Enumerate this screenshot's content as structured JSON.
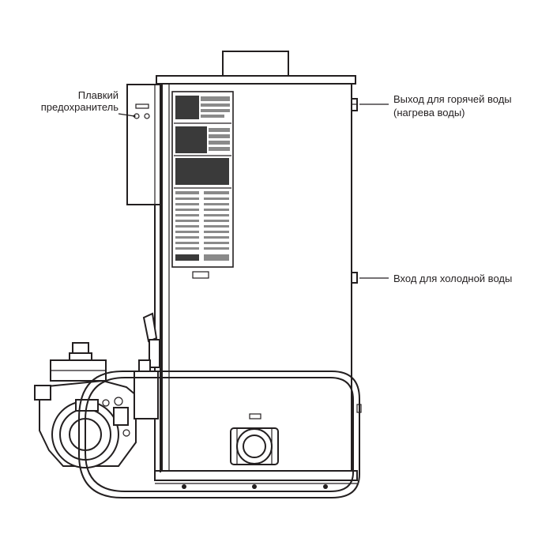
{
  "callouts": {
    "fuse": {
      "line1": "Плавкий",
      "line2": "предохранитель"
    },
    "hot_water_outlet": {
      "line1": "Выход для горячей воды",
      "line2": "(нагрева воды)"
    },
    "cold_water_inlet": {
      "line1": "Вход для холодной воды"
    }
  },
  "colors": {
    "ink": "#231f20",
    "background": "#ffffff"
  }
}
